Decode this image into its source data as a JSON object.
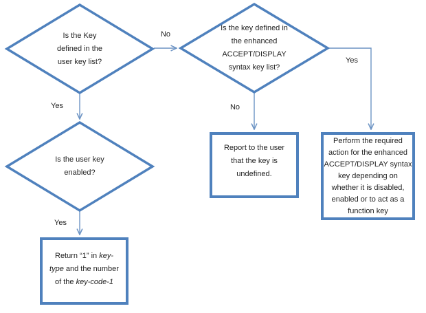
{
  "diagram": {
    "type": "flowchart",
    "colors": {
      "shape_border": "#4f81bd",
      "connector": "#6d94c4",
      "text": "#1f1f1f",
      "background": "#ffffff"
    },
    "nodes": {
      "decision_user_key": {
        "shape": "diamond",
        "lines": [
          "Is the Key",
          "defined in the",
          "user key list?"
        ]
      },
      "decision_enhanced": {
        "shape": "diamond",
        "lines": [
          "Is the key defined in",
          "the enhanced",
          "ACCEPT/DISPLAY",
          "syntax key list?"
        ]
      },
      "decision_enabled": {
        "shape": "diamond",
        "lines": [
          "Is the user key",
          "enabled?"
        ]
      },
      "process_report": {
        "shape": "rect",
        "lines": [
          "Report to the user",
          "that the key is",
          "undefined."
        ]
      },
      "process_perform": {
        "shape": "rect",
        "lines": [
          "Perform the required",
          "action for the enhanced",
          "ACCEPT/DISPLAY syntax",
          "key depending on",
          "whether it is disabled,",
          "enabled or to act as a",
          "function key"
        ]
      },
      "process_return": {
        "shape": "rect",
        "l1a": "Return “1” in ",
        "l1b": "key-",
        "l2a": "type",
        "l2b": " and the number",
        "l3a": "of the ",
        "l3b": "key-code-1"
      }
    },
    "edge_labels": {
      "no_between_decisions": "No",
      "yes_to_enabled": "Yes",
      "yes_to_return": "Yes",
      "no_to_report": "No",
      "yes_to_perform": "Yes"
    }
  }
}
